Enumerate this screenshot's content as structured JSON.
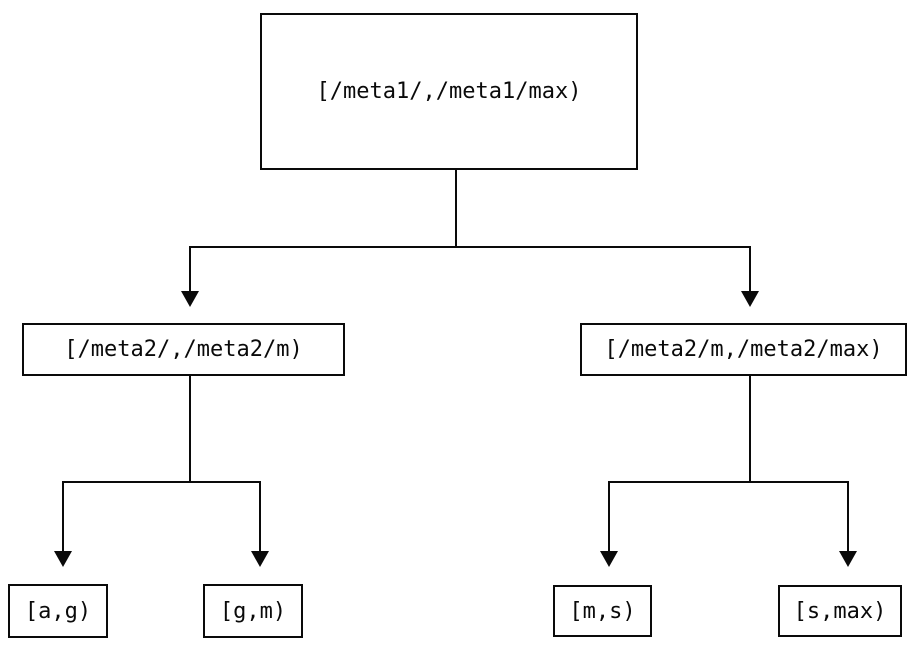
{
  "diagram": {
    "type": "tree",
    "background_color": "#ffffff",
    "line_color": "#0a0a0a",
    "text_color": "#0a0a0a",
    "nodes": {
      "root": {
        "label": "[/meta1/,/meta1/max)"
      },
      "mid_left": {
        "label": "[/meta2/,/meta2/m)"
      },
      "mid_right": {
        "label": "[/meta2/m,/meta2/max)"
      },
      "leaf_a_g": {
        "label": "[a,g)"
      },
      "leaf_g_m": {
        "label": "[g,m)"
      },
      "leaf_m_s": {
        "label": "[m,s)"
      },
      "leaf_s_max": {
        "label": "[s,max)"
      }
    },
    "edges": [
      {
        "from": "[/meta1/,/meta1/max)",
        "to": "[/meta2/,/meta2/m)"
      },
      {
        "from": "[/meta1/,/meta1/max)",
        "to": "[/meta2/m,/meta2/max)"
      },
      {
        "from": "[/meta2/,/meta2/m)",
        "to": "[a,g)"
      },
      {
        "from": "[/meta2/,/meta2/m)",
        "to": "[g,m)"
      },
      {
        "from": "[/meta2/m,/meta2/max)",
        "to": "[m,s)"
      },
      {
        "from": "[/meta2/m,/meta2/max)",
        "to": "[s,max)"
      }
    ]
  }
}
